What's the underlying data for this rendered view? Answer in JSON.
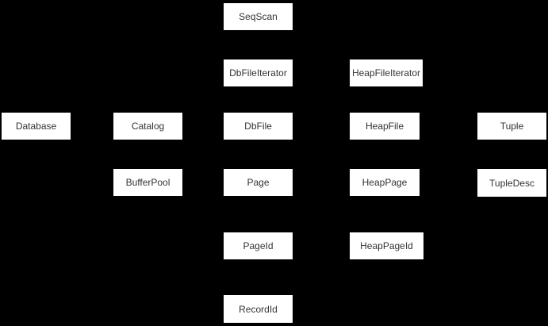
{
  "diagram": {
    "theme": {
      "background": "#000000",
      "node_fill": "#ffffff",
      "node_border": "#000000",
      "text_color": "#333333"
    },
    "nodes": [
      {
        "label": "SeqScan"
      },
      {
        "label": "DbFileIterator"
      },
      {
        "label": "HeapFileIterator"
      },
      {
        "label": "Database"
      },
      {
        "label": "Catalog"
      },
      {
        "label": "DbFile"
      },
      {
        "label": "HeapFile"
      },
      {
        "label": "Tuple"
      },
      {
        "label": "BufferPool"
      },
      {
        "label": "Page"
      },
      {
        "label": "HeapPage"
      },
      {
        "label": "TupleDesc"
      },
      {
        "label": "PageId"
      },
      {
        "label": "HeapPageId"
      },
      {
        "label": "RecordId"
      }
    ]
  }
}
